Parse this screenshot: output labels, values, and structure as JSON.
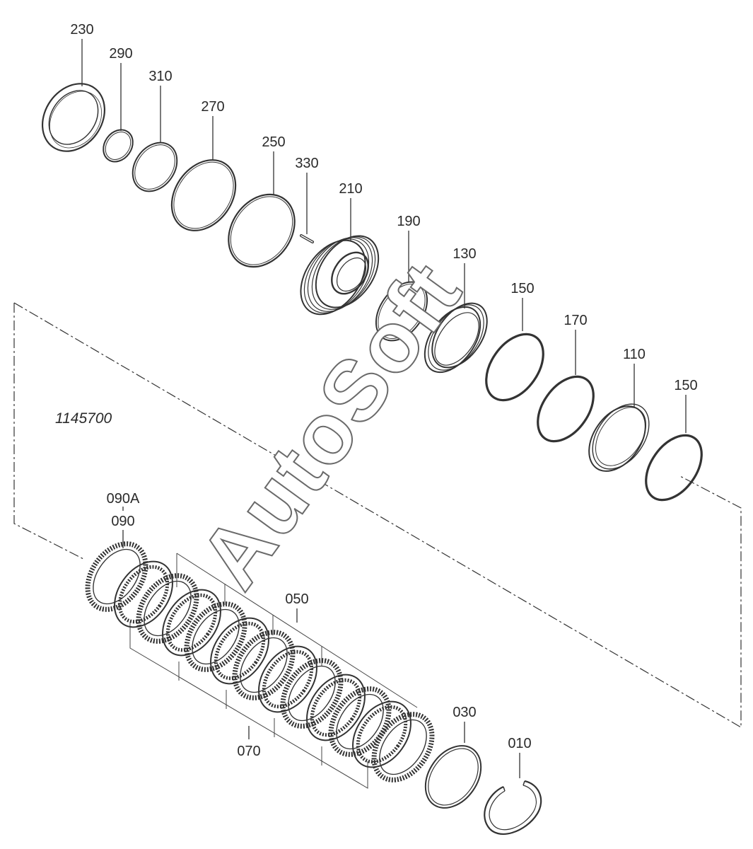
{
  "reference_number": "1145700",
  "watermark": "AutoSoft",
  "part_labels": {
    "p230": "230",
    "p290": "290",
    "p310": "310",
    "p270": "270",
    "p250": "250",
    "p330": "330",
    "p210": "210",
    "p190": "190",
    "p130": "130",
    "p150a": "150",
    "p170": "170",
    "p110": "110",
    "p150b": "150",
    "p090a": "090A",
    "p090": "090",
    "p050": "050",
    "p070": "070",
    "p030": "030",
    "p010": "010"
  },
  "colors": {
    "line": "#333333",
    "background": "#ffffff",
    "watermark_stroke": "#6a6a6a"
  }
}
